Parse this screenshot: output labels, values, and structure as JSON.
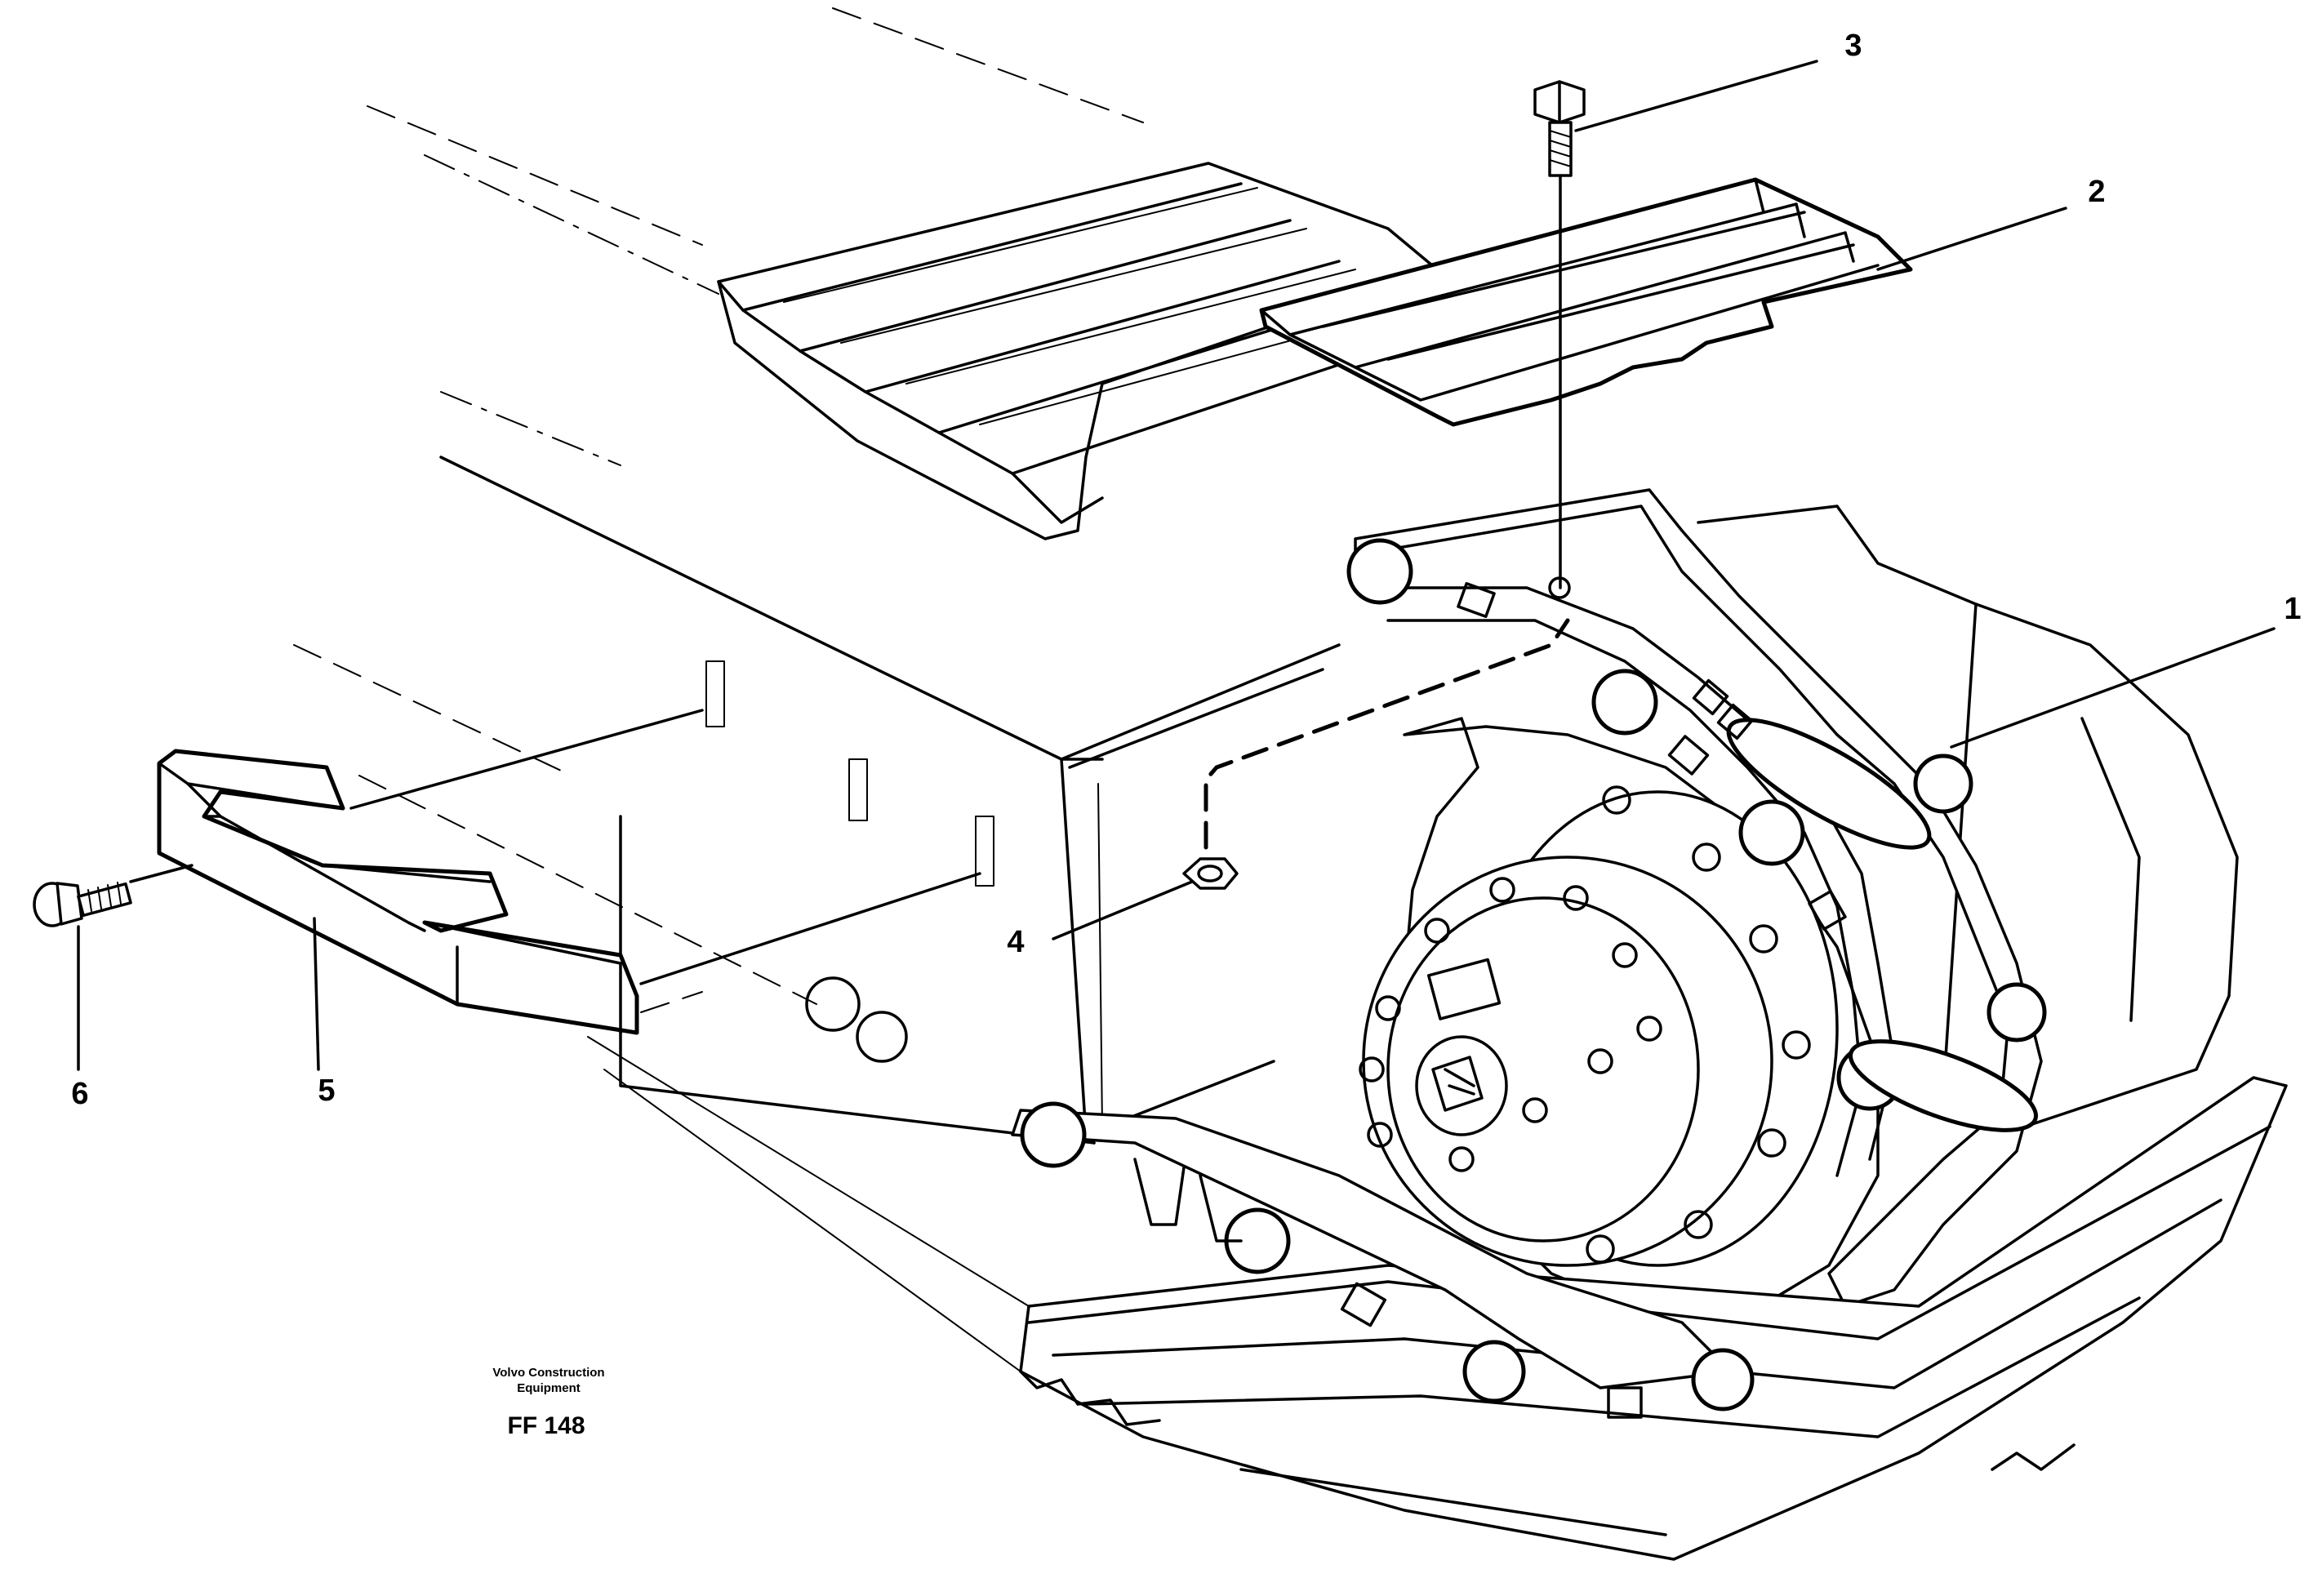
{
  "callouts": [
    {
      "number": "1"
    },
    {
      "number": "2"
    },
    {
      "number": "3"
    },
    {
      "number": "4"
    },
    {
      "number": "5"
    },
    {
      "number": "6"
    }
  ],
  "caption": {
    "line1": "Volvo Construction",
    "line2": "Equipment",
    "code": "FF 148"
  }
}
